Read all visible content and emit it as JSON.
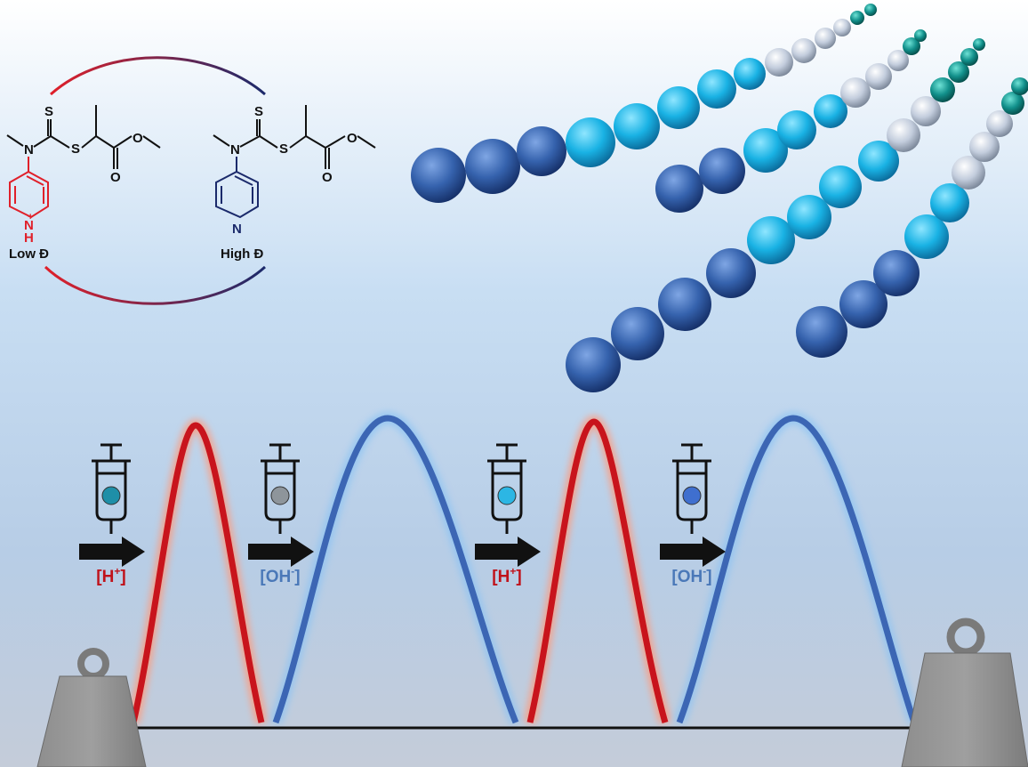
{
  "molecules": {
    "low": {
      "label": "Low Đ",
      "ring_charge": "+",
      "ring_nitrogen": "N",
      "ring_h": "H",
      "amine_n": "N",
      "s_thione": "S",
      "s_thio": "S",
      "o_carbonyl": "O",
      "o_ester": "O"
    },
    "high": {
      "label": "High Đ",
      "ring_nitrogen": "N",
      "amine_n": "N",
      "s_thione": "S",
      "s_thio": "S",
      "o_carbonyl": "O",
      "o_ester": "O"
    }
  },
  "stimuli": [
    {
      "label_main": "[H",
      "label_sup": "+",
      "label_close": "]",
      "color": "#c0121a",
      "bead_color": "#1e8fa8"
    },
    {
      "label_main": "[OH",
      "label_sup": "-",
      "label_close": "]",
      "color": "#4a78b8",
      "bead_color": "#8e959b"
    },
    {
      "label_main": "[H",
      "label_sup": "+",
      "label_close": "]",
      "color": "#c0121a",
      "bead_color": "#2cb6e4"
    },
    {
      "label_main": "[OH",
      "label_sup": "-",
      "label_close": "]",
      "color": "#4a78b8",
      "bead_color": "#3f6fcf"
    }
  ],
  "peaks": [
    {
      "type": "low_dispersity",
      "color": "#c8141c"
    },
    {
      "type": "high_dispersity",
      "color": "#3c66b4"
    },
    {
      "type": "low_dispersity",
      "color": "#c8141c"
    },
    {
      "type": "high_dispersity",
      "color": "#3c66b4"
    }
  ],
  "colors": {
    "low_d": "#e0202a",
    "high_d": "#1b2a6b",
    "bead_dark_blue": "#2f5fa8",
    "bead_cyan": "#17b4e6",
    "bead_silver": "#c5cfdd",
    "bead_teal": "#128a86"
  }
}
